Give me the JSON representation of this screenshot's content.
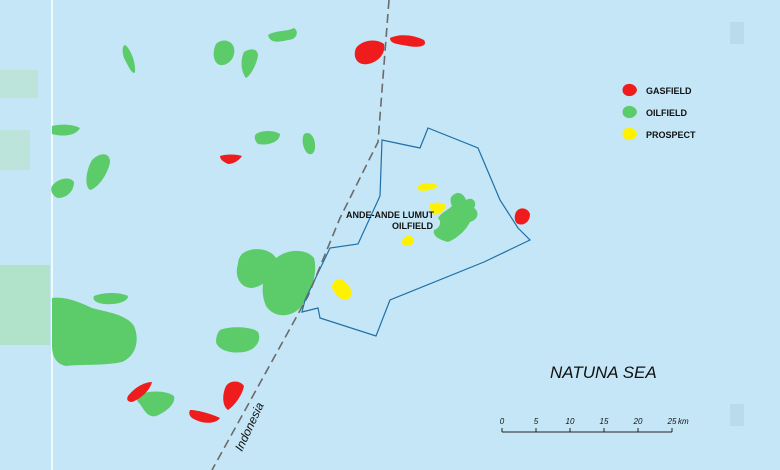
{
  "colors": {
    "sea": "#c5e6f6",
    "gasfield": "#ee1c1c",
    "oilfield": "#5ccc6a",
    "prospect": "#fff200",
    "block_outline": "#1f6fa8",
    "border_line": "#6b6b6b"
  },
  "legend": {
    "items": [
      {
        "label": "GASFIELD",
        "color": "#ee1c1c"
      },
      {
        "label": "OILFIELD",
        "color": "#5ccc6a"
      },
      {
        "label": "PROSPECT",
        "color": "#fff200"
      }
    ]
  },
  "labels": {
    "field_line1": "ANDE-ANDE LUMUT",
    "field_line2": "OILFIELD",
    "sea_name": "NATUNA SEA",
    "border_name": "Indonesia"
  },
  "scale_bar": {
    "ticks": [
      "0",
      "5",
      "10",
      "15",
      "20",
      "25"
    ],
    "unit": "km"
  }
}
